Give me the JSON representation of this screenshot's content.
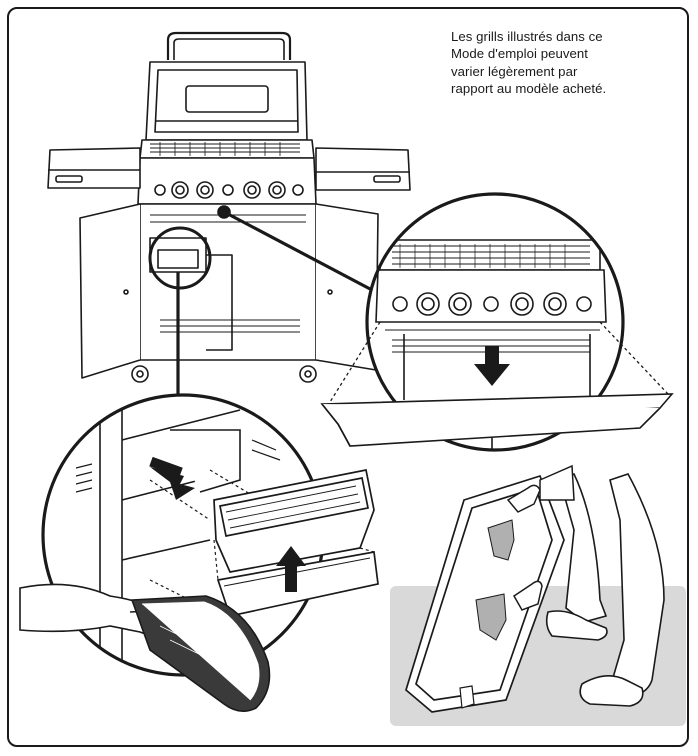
{
  "note": {
    "lines": [
      "Les grills illustrés dans ce",
      "Mode d'emploi peuvent",
      "varier légèrement par",
      "rapport au modèle acheté."
    ]
  },
  "colors": {
    "line": "#1a1a1a",
    "floor_patch": "#d9d9d9",
    "background": "#ffffff"
  },
  "illustration": {
    "grill-overview": "outline drawing of a gas grill with lid, two side shelves, open cabinet doors",
    "grease-tray-detail": "circular zoom showing grease tray sliding out under the burner control panel",
    "drip-cup-detail": "circular zoom showing drip cup liner removed from its holder",
    "tray-cleaning": "person standing, holding the tilted grease tray over a grey floor area"
  }
}
